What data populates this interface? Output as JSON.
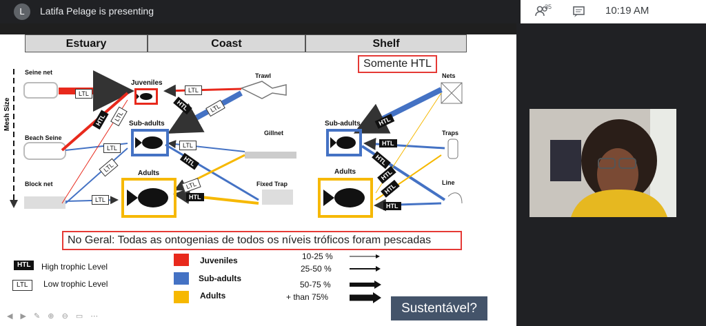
{
  "meet": {
    "presenter_initial": "L",
    "presenting_text": "Latifa Pelage is presenting",
    "participants_count": "35",
    "time": "10:19  AM",
    "icons": [
      "people-icon",
      "chat-icon"
    ]
  },
  "slide": {
    "headers": [
      "Estuary",
      "Coast",
      "Shelf"
    ],
    "somente": "Somente HTL",
    "mesh_size": "Mesh Size",
    "gears_left": [
      "Seine net",
      "Beach Seine",
      "Block net"
    ],
    "gears_mid": [
      "Trawl",
      "Gillnet",
      "Fixed Trap"
    ],
    "gears_right": [
      "Nets",
      "Traps",
      "Line"
    ],
    "stage_labels": {
      "juveniles": "Juveniles",
      "subadults": "Sub-adults",
      "adults": "Adults",
      "shelf_subadults": "Sub-adults",
      "shelf_adults": "Adults"
    },
    "ltl": "LTL",
    "htl": "HTL",
    "summary": "No Geral: Todas as ontogenias de todos os níveis tróficos foram pescadas",
    "legend": {
      "htl_label": "High trophic Level",
      "ltl_label": "Low trophic Level",
      "juveniles": "Juveniles",
      "subadults": "Sub-adults",
      "adults": "Adults",
      "colors": {
        "juveniles": "#e8291c",
        "subadults": "#4472c4",
        "adults": "#f6b800"
      },
      "ranges": [
        "10-25 %",
        "25-50 %",
        "50-75 %",
        "+ than 75%"
      ]
    },
    "sustentavel": "Sustentável?"
  }
}
